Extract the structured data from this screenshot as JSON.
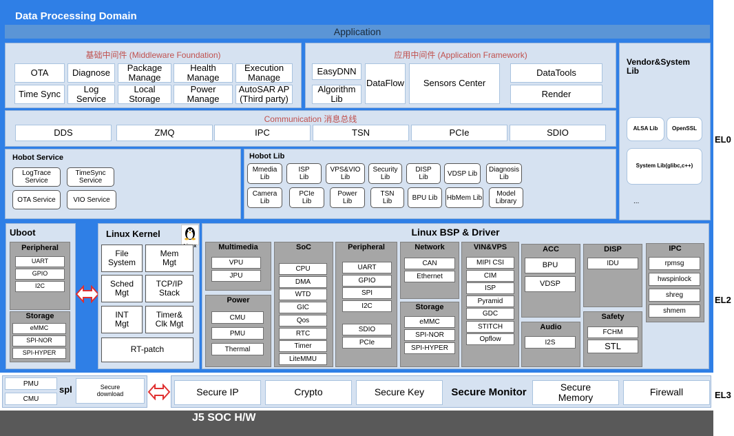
{
  "title": "Data Processing Domain",
  "application": "Application",
  "middleware": {
    "title": "基础中间件 (Middleware Foundation)",
    "items": [
      "OTA",
      "Diagnose",
      "Package\nManage",
      "Health\nManage",
      "Execution\nManage",
      "Time Sync",
      "Log\nService",
      "Local Storage",
      "Power\nManage",
      "AutoSAR AP\n(Third party)"
    ]
  },
  "app_framework": {
    "title": "应用中间件 (Application Framework)",
    "items": [
      "EasyDNN",
      "Algorithm\nLib",
      "DataFlow",
      "Sensors Center",
      "DataTools",
      "Render"
    ]
  },
  "vendor": {
    "title": "Vendor&System\nLib",
    "items": [
      "ALSA Lib",
      "OpenSSL",
      "System Lib(glibc,c++)",
      "..."
    ]
  },
  "communication": {
    "title": "Communication 消息总线",
    "items": [
      "DDS",
      "ZMQ",
      "IPC",
      "TSN",
      "PCIe",
      "SDIO"
    ]
  },
  "hobot_service": {
    "title": "Hobot Service",
    "items": [
      "LogTrace\nService",
      "TimeSync\nService",
      "OTA Service",
      "VIO Service"
    ]
  },
  "hobot_lib": {
    "title": "Hobot Lib",
    "items": [
      "Mmedia\nLib",
      "ISP\nLib",
      "VPS&VIO\nLib",
      "Security\nLib",
      "DISP\nLib",
      "VDSP Lib",
      "Diagnosis\nLib",
      "Camera\nLib",
      "PCIe\nLib",
      "Power\nLib",
      "TSN\nLib",
      "BPU Lib",
      "HbMem Lib",
      "Model\nLibrary"
    ]
  },
  "uboot": {
    "title": "Uboot",
    "peripheral_title": "Peripheral",
    "peripheral": [
      "UART",
      "GPIO",
      "I2C"
    ],
    "storage_title": "Storage",
    "storage": [
      "eMMC",
      "SPI-NOR",
      "SPI-HYPER"
    ]
  },
  "kernel": {
    "title": "Linux Kernel",
    "logo_text": "Linux",
    "items": [
      "File\nSystem",
      "Mem\nMgt",
      "Sched\nMgt",
      "TCP/IP\nStack",
      "INT\nMgt",
      "Timer&\nClk Mgt",
      "RT-patch"
    ]
  },
  "bsp": {
    "title": "Linux BSP & Driver",
    "multimedia": {
      "title": "Multimedia",
      "items": [
        "VPU",
        "JPU"
      ]
    },
    "power": {
      "title": "Power",
      "items": [
        "CMU",
        "PMU",
        "Thermal"
      ]
    },
    "soc": {
      "title": "SoC",
      "items": [
        "CPU",
        "DMA",
        "WTD",
        "GIC",
        "Qos",
        "RTC",
        "Timer",
        "LiteMMU"
      ]
    },
    "peripheral": {
      "title": "Peripheral",
      "items": [
        "UART",
        "GPIO",
        "SPI",
        "I2C",
        "SDIO",
        "PCIe"
      ]
    },
    "network": {
      "title": "Network",
      "items": [
        "CAN",
        "Ethernet"
      ]
    },
    "storage": {
      "title": "Storage",
      "items": [
        "eMMC",
        "SPI-NOR",
        "SPI-HYPER"
      ]
    },
    "vin": {
      "title": "VIN&VPS",
      "items": [
        "MIPI CSI",
        "CIM",
        "ISP",
        "Pyramid",
        "GDC",
        "STITCH",
        "Opflow"
      ]
    },
    "acc": {
      "title": "ACC",
      "items": [
        "BPU",
        "VDSP"
      ]
    },
    "audio": {
      "title": "Audio",
      "items": [
        "I2S"
      ]
    },
    "disp": {
      "title": "DISP",
      "items": [
        "IDU"
      ]
    },
    "safety": {
      "title": "Safety",
      "items": [
        "FCHM",
        "STL"
      ]
    },
    "ipc": {
      "title": "IPC",
      "items": [
        "rpmsg",
        "hwspinlock",
        "shreg",
        "shmem"
      ]
    }
  },
  "spl": {
    "items": [
      "PMU",
      "CMU"
    ],
    "label": "spl",
    "secure_download": "Secure\ndownload"
  },
  "secure": {
    "items": [
      "Secure IP",
      "Crypto",
      "Secure Key"
    ],
    "monitor": "Secure Monitor",
    "items2": [
      "Secure\nMemory",
      "Firewall"
    ]
  },
  "soc_hw": "J5 SOC H/W",
  "levels": [
    "EL0",
    "EL2",
    "EL3"
  ],
  "colors": {
    "blue": "#2f7fe6",
    "light": "#d6e2f1",
    "gray": "#a6a6a6",
    "dark": "#595959",
    "arrow": "#e03030"
  }
}
